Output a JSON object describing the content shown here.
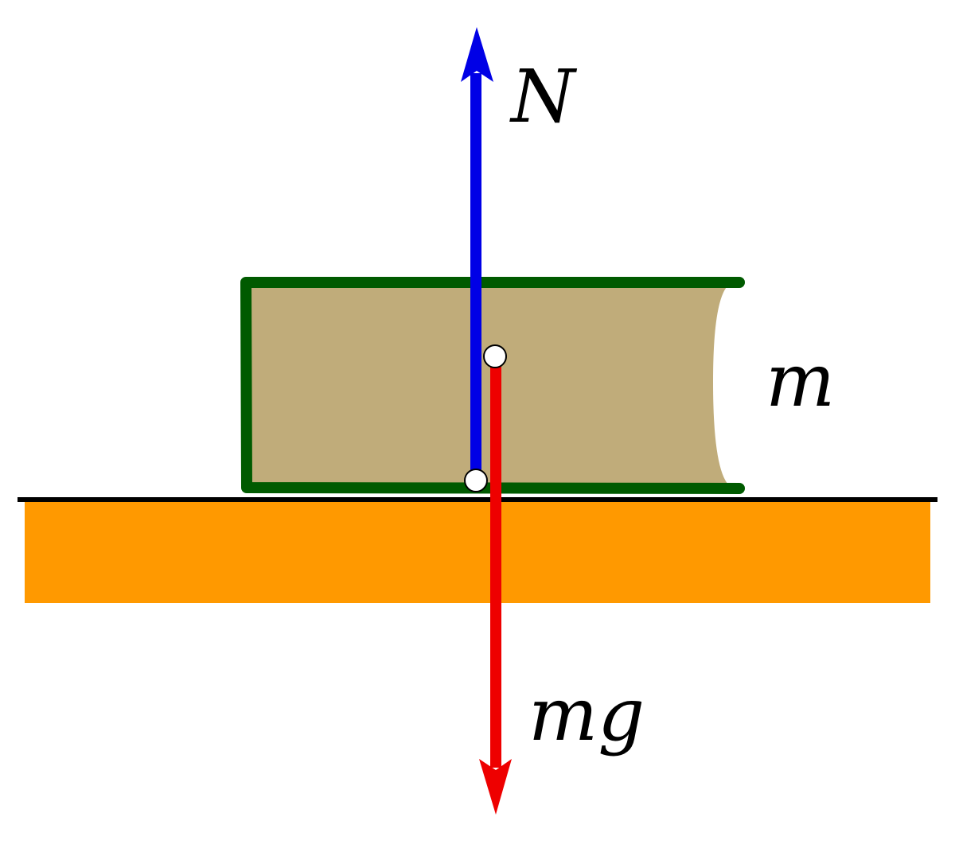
{
  "labels": {
    "normal_force": "N",
    "mass": "m",
    "weight": "mg"
  },
  "colors": {
    "normal_force_arrow": "#0000e6",
    "weight_arrow": "#ee0000",
    "book_cover": "#005a00",
    "book_pages": "#c0ac7a",
    "table": "#ff9900",
    "surface_line": "#000000",
    "point_fill": "#ffffff"
  }
}
